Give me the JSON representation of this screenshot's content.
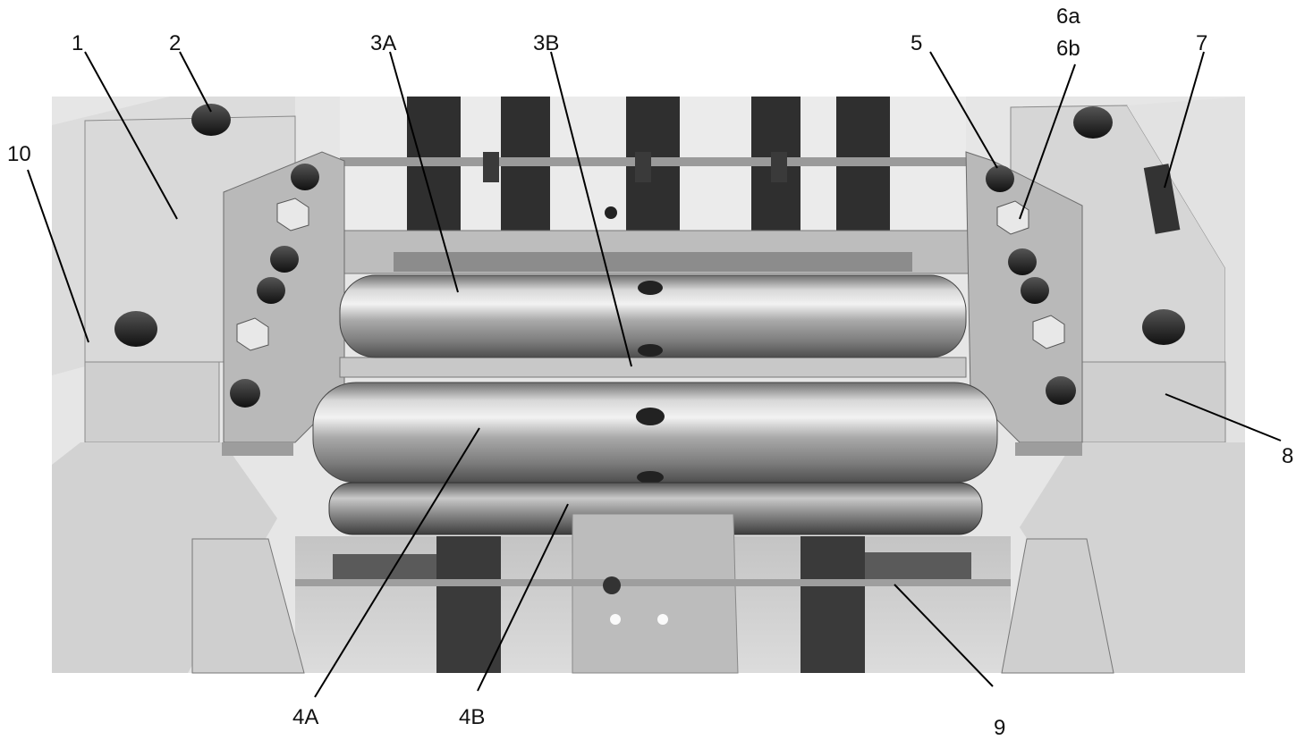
{
  "callouts": [
    {
      "id": "1",
      "text": "1"
    },
    {
      "id": "2",
      "text": "2"
    },
    {
      "id": "3A",
      "text": "3A"
    },
    {
      "id": "3B",
      "text": "3B"
    },
    {
      "id": "4A",
      "text": "4A"
    },
    {
      "id": "4B",
      "text": "4B"
    },
    {
      "id": "5",
      "text": "5"
    },
    {
      "id": "6a",
      "text": "6a"
    },
    {
      "id": "6b",
      "text": "6b"
    },
    {
      "id": "7",
      "text": "7"
    },
    {
      "id": "8",
      "text": "8"
    },
    {
      "id": "9",
      "text": "9"
    },
    {
      "id": "10",
      "text": "10"
    }
  ]
}
